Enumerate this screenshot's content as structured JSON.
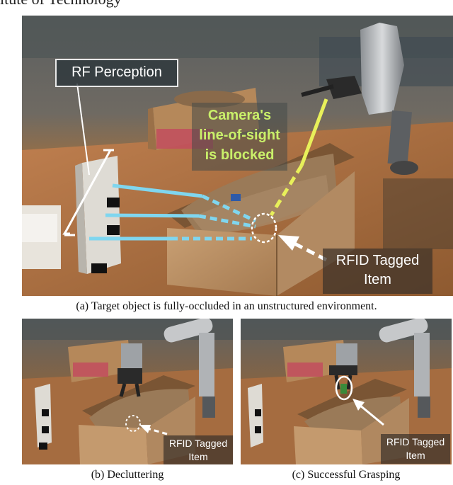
{
  "header": {
    "text": "itute of Technology"
  },
  "panel_a": {
    "rf_perception": "RF Perception",
    "camera_line1": "Camera's",
    "camera_line2": "line-of-sight",
    "camera_line3": "is blocked",
    "rfid_line1": "RFID Tagged",
    "rfid_line2": "Item",
    "caption": "(a) Target object is fully-occluded in an unstructured environment."
  },
  "panel_b": {
    "rfid_line1": "RFID Tagged",
    "rfid_line2": "Item",
    "caption": "(b) Decluttering"
  },
  "panel_c": {
    "rfid_line1": "RFID Tagged",
    "rfid_line2": "Item",
    "caption": "(c) Successful Grasping"
  },
  "colors": {
    "rf_line": "#7fd6ef",
    "camera_line": "#e8f05a",
    "camera_text": "#c9f06a"
  }
}
